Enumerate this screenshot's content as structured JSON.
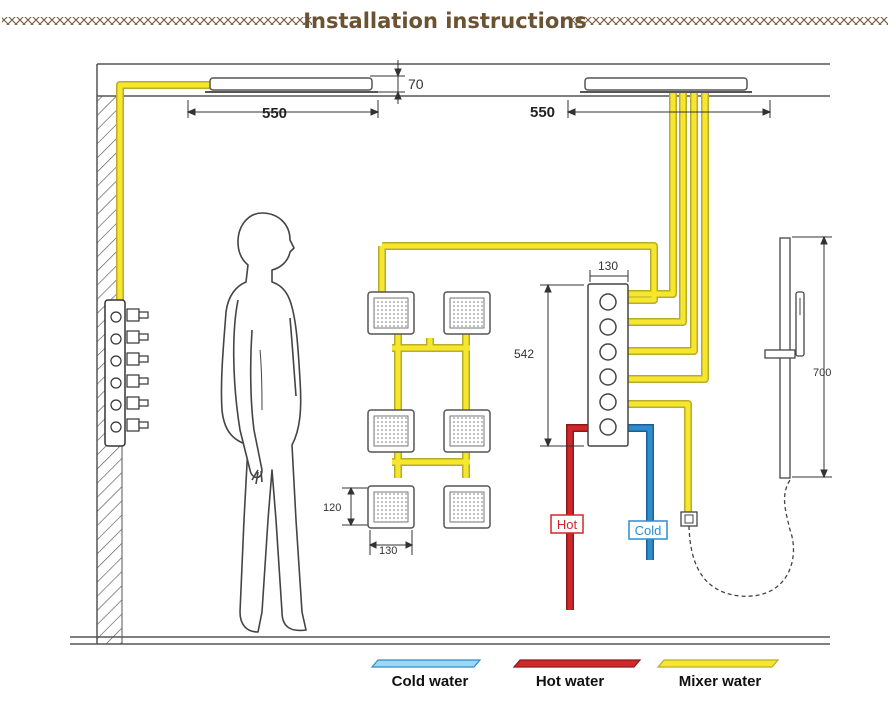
{
  "title": "Installation instructions",
  "colors": {
    "title": "#6b5232",
    "mixer": "#f6e62e",
    "mixer_edge": "#b9ac2a",
    "hot": "#d0282a",
    "cold": "#2e8cd0",
    "cold_legend": "#9fd6f0",
    "line": "#444444"
  },
  "dimensions": {
    "rain_left": "550",
    "rain_right": "550",
    "rain_height": "70",
    "valve_width": "130",
    "valve_height": "542",
    "jet_width": "130",
    "jet_height": "120",
    "slide_bar": "700"
  },
  "labels": {
    "hot": "Hot",
    "cold": "Cold"
  },
  "legend": [
    {
      "label": "Cold water",
      "key": "cold"
    },
    {
      "label": "Hot water",
      "key": "hot"
    },
    {
      "label": "Mixer water",
      "key": "mixer"
    }
  ],
  "icons": [
    "ceiling-rain-shower-icon",
    "shower-panel-icon",
    "human-figure-icon",
    "body-jet-icon",
    "thermostatic-valve-icon",
    "hand-shower-icon"
  ]
}
